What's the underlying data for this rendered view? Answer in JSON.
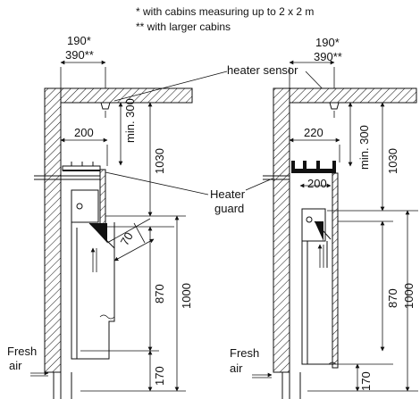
{
  "notes": {
    "line1": "*  with cabins measuring up to 2 x 2 m",
    "line2": "** with larger cabins"
  },
  "labels": {
    "heater_sensor": "heater sensor",
    "heater_guard_line1": "Heater",
    "heater_guard_line2": "guard",
    "fresh_air_left_1": "Fresh",
    "fresh_air_left_2": "air",
    "fresh_air_right_1": "Fresh",
    "fresh_air_right_2": "air"
  },
  "left_dims": {
    "sensor_offset_1": "190*",
    "sensor_offset_2": "390**",
    "guard_width": "200",
    "min_clearance": "min. 300",
    "height_upper": "1030",
    "angle_dim": "70",
    "height_middle": "870",
    "height_total": "1000",
    "height_lower": "170"
  },
  "right_dims": {
    "sensor_offset_1": "190*",
    "sensor_offset_2": "390**",
    "guard_width_top": "220",
    "guard_width_bottom": "200",
    "min_clearance": "min. 300",
    "height_upper": "1030",
    "height_middle": "870",
    "height_total": "1000",
    "height_lower": "170"
  },
  "colors": {
    "line": "#111111",
    "background": "#ffffff"
  }
}
